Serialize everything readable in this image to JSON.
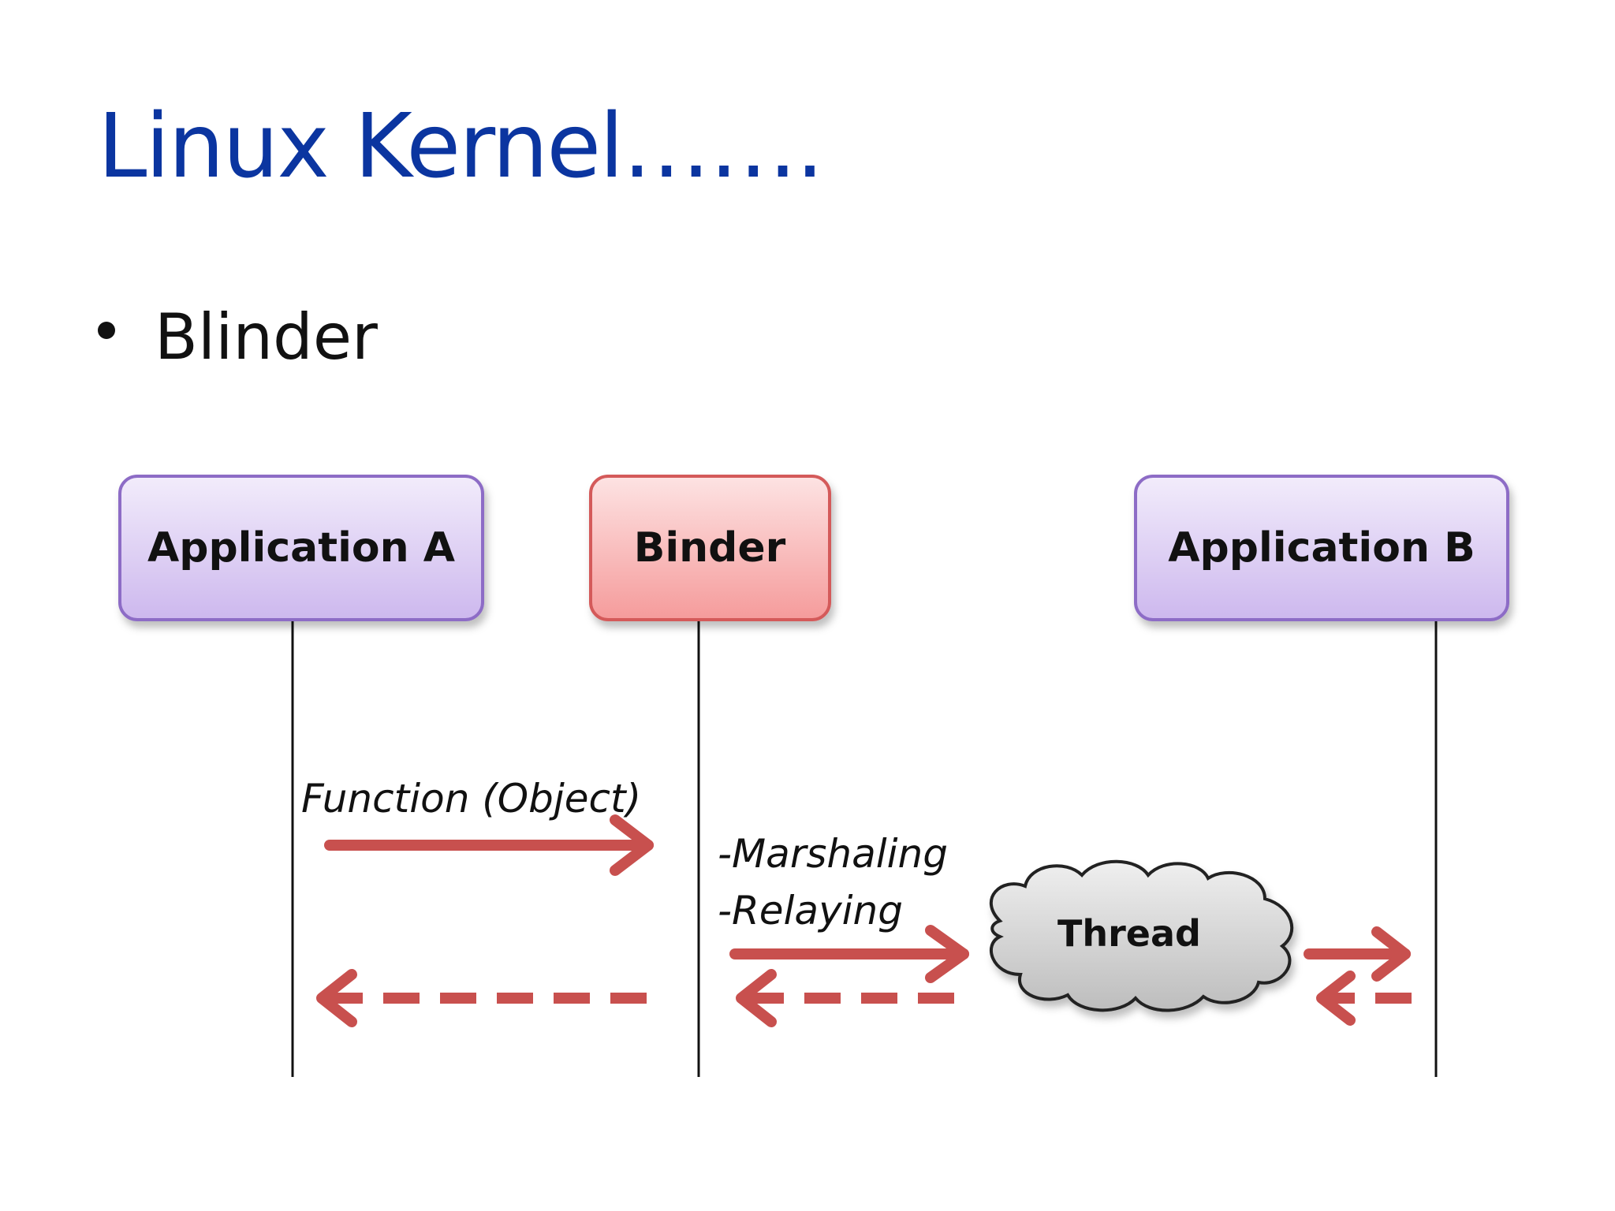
{
  "slide": {
    "title": "Linux Kernel…….",
    "bullet": "Blinder"
  },
  "diagram": {
    "participants": {
      "app_a": "Application A",
      "binder": "Binder",
      "app_b": "Application B"
    },
    "messages": {
      "call": "Function (Object)",
      "marshaling": "-Marshaling",
      "relaying": "-Relaying",
      "thread": "Thread"
    },
    "colors": {
      "title": "#0b35a0",
      "application_box": "#d8c8f0",
      "binder_box": "#f6a9a9",
      "arrow": "#c8504e"
    }
  }
}
